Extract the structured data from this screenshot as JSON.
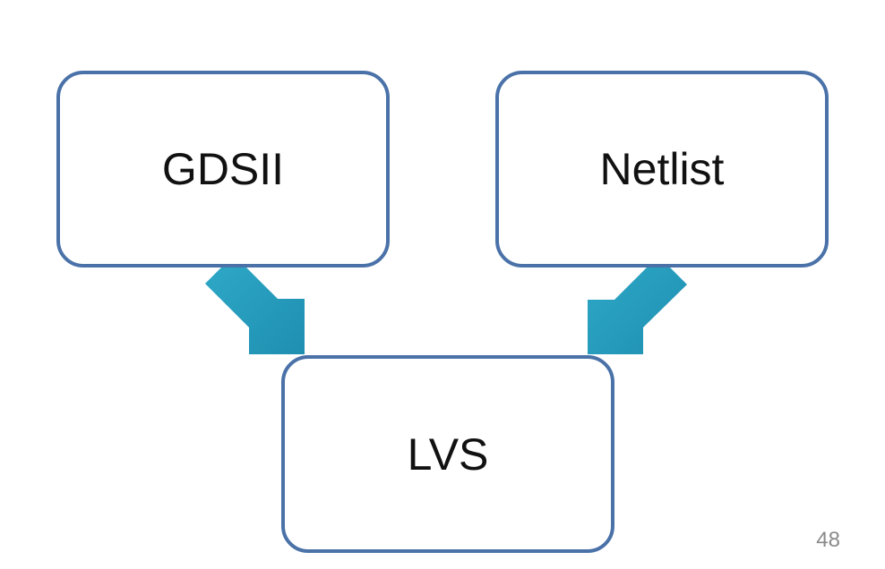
{
  "diagram": {
    "nodes": {
      "gdsii": "GDSII",
      "netlist": "Netlist",
      "lvs": "LVS"
    },
    "edges": [
      {
        "from": "GDSII",
        "to": "LVS"
      },
      {
        "from": "Netlist",
        "to": "LVS"
      }
    ]
  },
  "colors": {
    "box_border": "#4a72a8",
    "arrow_fill": "#2aa3c3",
    "text": "#111111"
  },
  "slide": {
    "page_number": "48"
  }
}
